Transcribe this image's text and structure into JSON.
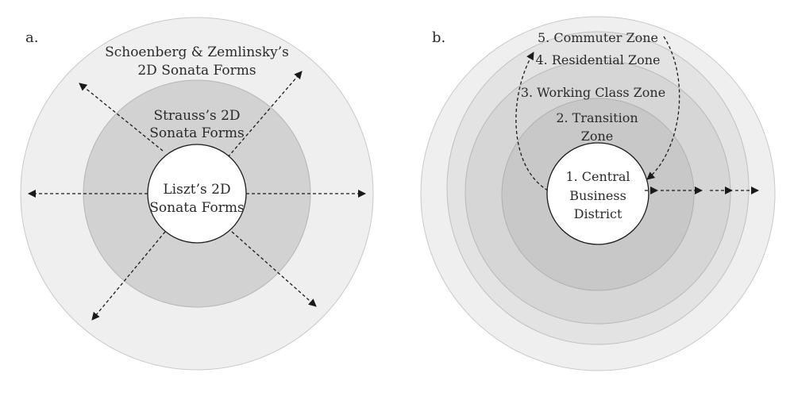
{
  "panel_a": {
    "label": "a.",
    "outer_ring": {
      "line1": "Schoenberg & Zemlinsky’s",
      "line2": "2D Sonata Forms"
    },
    "middle_ring": {
      "line1": "Strauss’s 2D",
      "line2": "Sonata Forms"
    },
    "center": {
      "line1": "Liszt’s 2D",
      "line2": "Sonata Forms"
    }
  },
  "panel_b": {
    "label": "b.",
    "zone5": "5. Commuter Zone",
    "zone4": "4. Residential Zone",
    "zone3": "3. Working Class Zone",
    "zone2": {
      "line1": "2. Transition",
      "line2": "Zone"
    },
    "zone1": {
      "line1": "1. Central",
      "line2": "Business",
      "line3": "District"
    }
  },
  "colors": {
    "outer_fill": "#efefef",
    "zone4_fill": "#e3e3e3",
    "zone3_fill": "#d6d6d6",
    "zone2_fill": "#c8c8c8",
    "middle_fill": "#d2d2d2",
    "center_fill": "#ffffff",
    "stroke": "#b5b5b5",
    "arrow": "#1a1a1a"
  }
}
